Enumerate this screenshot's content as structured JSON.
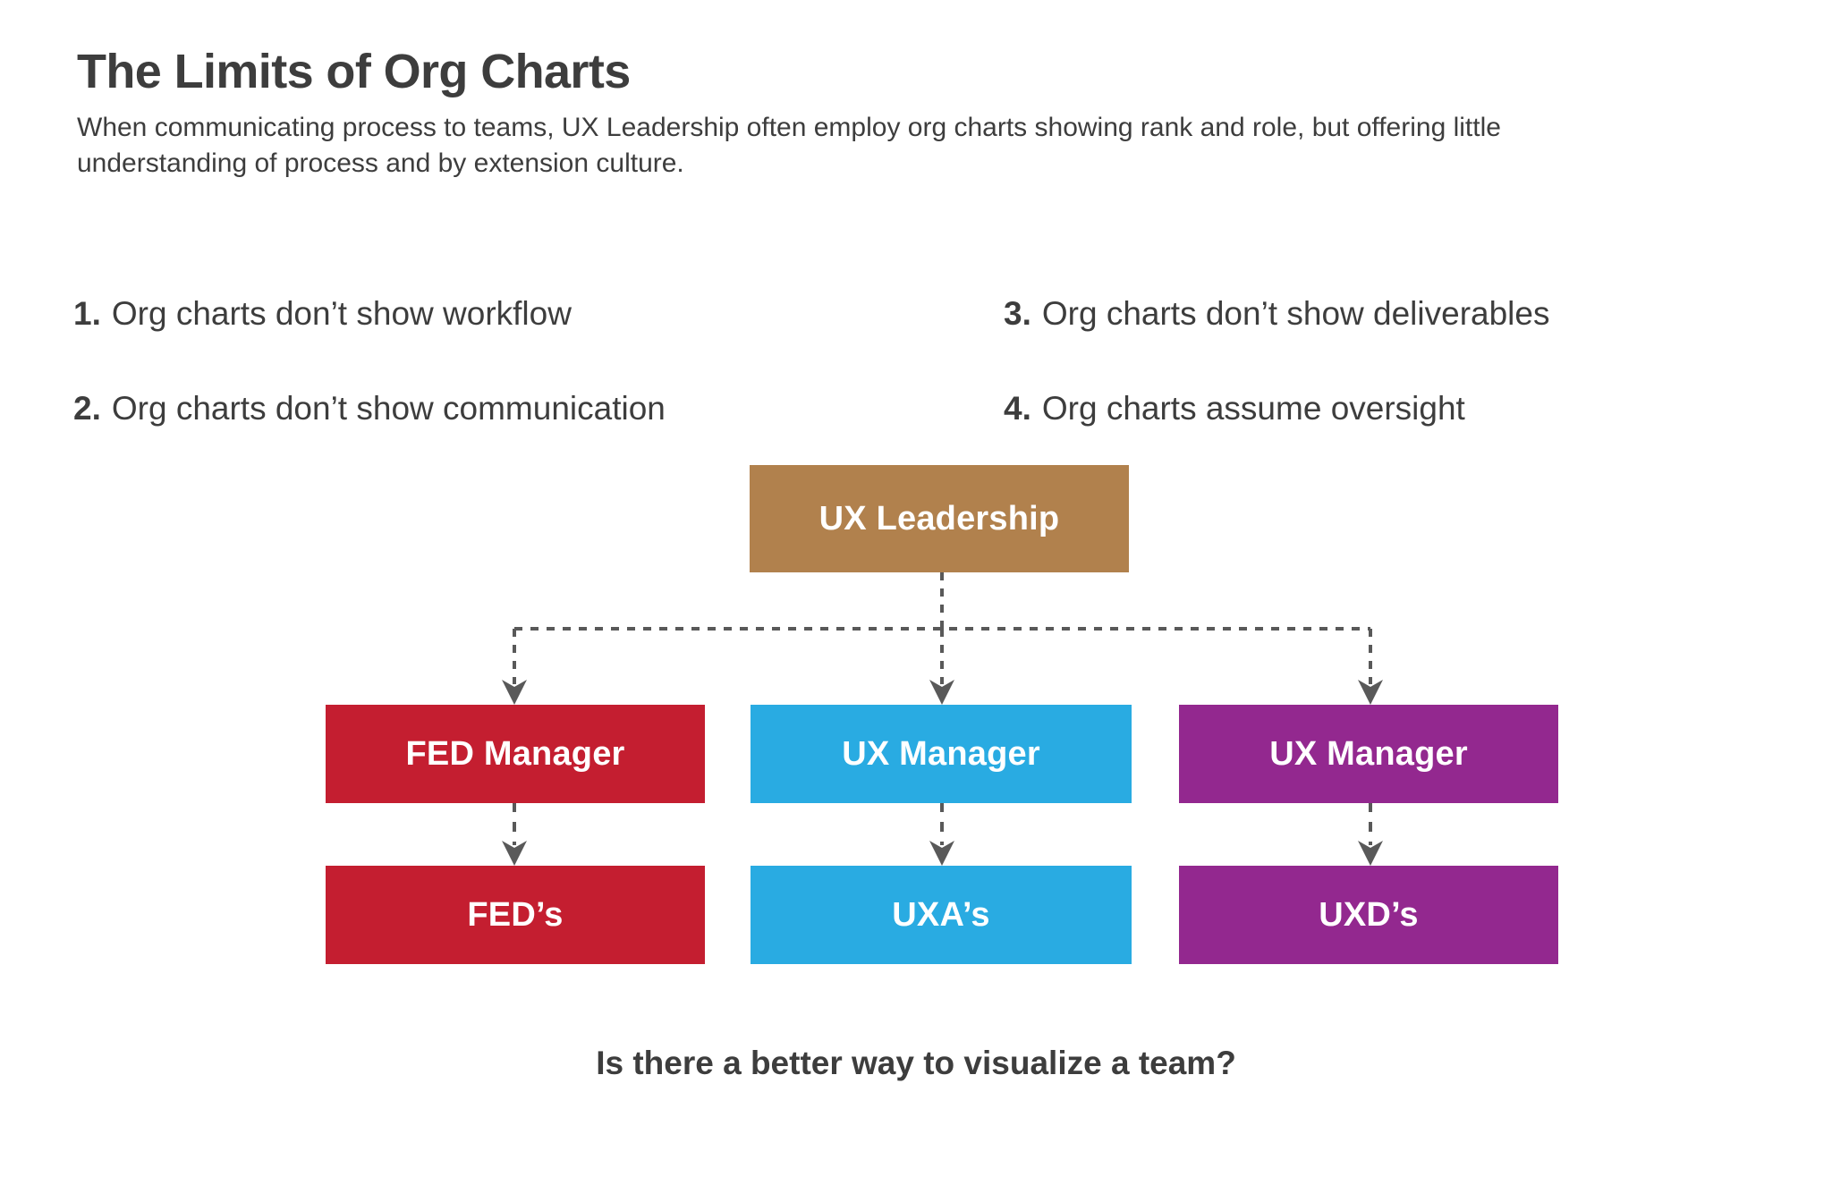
{
  "header": {
    "title": "The Limits of Org Charts",
    "subtitle": "When communicating process to teams, UX Leadership often employ org charts showing rank and role, but offering little understanding of process and by extension culture."
  },
  "reasons": [
    {
      "num": "1.",
      "text": "Org charts don’t show workflow"
    },
    {
      "num": "3.",
      "text": "Org charts don’t show deliverables"
    },
    {
      "num": "2.",
      "text": "Org charts don’t show communication"
    },
    {
      "num": "4.",
      "text": "Org charts assume oversight"
    }
  ],
  "org_chart": {
    "root": {
      "label": "UX Leadership",
      "color": "#B1814D"
    },
    "columns": [
      {
        "color": "#C41E30",
        "manager": {
          "label": "FED Manager"
        },
        "staff": {
          "label": "FED’s"
        }
      },
      {
        "color": "#29ABE2",
        "manager": {
          "label": "UX Manager"
        },
        "staff": {
          "label": "UXA’s"
        }
      },
      {
        "color": "#93288F",
        "manager": {
          "label": "UX Manager"
        },
        "staff": {
          "label": "UXD’s"
        }
      }
    ],
    "connector_color": "#595959"
  },
  "footer": {
    "question": "Is there a better way to visualize a team?"
  }
}
